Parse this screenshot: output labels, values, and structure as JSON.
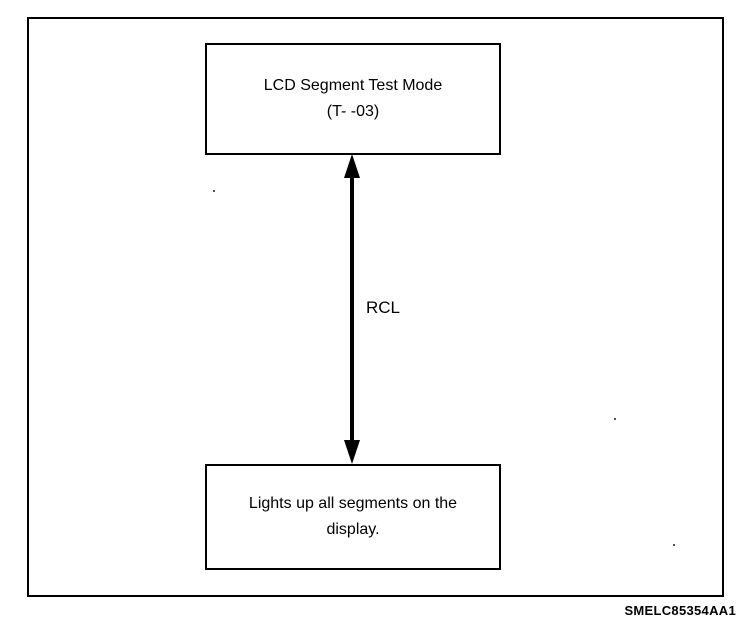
{
  "diagram": {
    "top_box": {
      "line1": "LCD Segment Test Mode",
      "line2": "(T- -03)"
    },
    "connector": {
      "label": "RCL",
      "direction": "bidirectional"
    },
    "bottom_box": {
      "text": "Lights up all segments on the display."
    }
  },
  "figure_code": "SMELC85354AA1",
  "colors": {
    "ink": "#000000",
    "background": "#ffffff"
  }
}
